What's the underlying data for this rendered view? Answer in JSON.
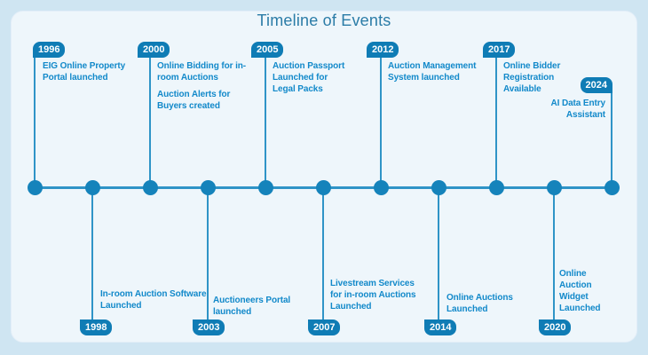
{
  "title": "Timeline of Events",
  "colors": {
    "page_bg": "#cfe5f2",
    "card_bg": "#eef6fb",
    "badge": "#0f7cb5",
    "badge_text": "#ffffff",
    "event_text": "#1289ca",
    "line": "#2f94c7",
    "dot": "#1583bb",
    "title": "#2b7ca7"
  },
  "events": [
    {
      "year": "1996",
      "position": "top",
      "paragraphs": [
        "EIG Online Property\nPortal launched"
      ]
    },
    {
      "year": "1998",
      "position": "bottom",
      "paragraphs": [
        "In-room Auction Software\nLaunched"
      ]
    },
    {
      "year": "2000",
      "position": "top",
      "paragraphs": [
        "Online Bidding for in-\nroom Auctions",
        "Auction Alerts for\nBuyers created"
      ]
    },
    {
      "year": "2003",
      "position": "bottom",
      "paragraphs": [
        "Auctioneers Portal\nlaunched"
      ]
    },
    {
      "year": "2005",
      "position": "top",
      "paragraphs": [
        "Auction Passport\nLaunched for\nLegal Packs"
      ]
    },
    {
      "year": "2007",
      "position": "bottom",
      "paragraphs": [
        "Livestream Services\nfor in-room Auctions\nLaunched"
      ]
    },
    {
      "year": "2012",
      "position": "top",
      "paragraphs": [
        "Auction Management\nSystem launched"
      ]
    },
    {
      "year": "2014",
      "position": "bottom",
      "paragraphs": [
        "Online Auctions\nLaunched"
      ]
    },
    {
      "year": "2017",
      "position": "top",
      "paragraphs": [
        "Online Bidder\nRegistration\nAvailable"
      ]
    },
    {
      "year": "2020",
      "position": "bottom",
      "paragraphs": [
        "Online\nAuction\nWidget\nLaunched"
      ]
    },
    {
      "year": "2024",
      "position": "top",
      "paragraphs": [
        "AI Data Entry\nAssistant"
      ]
    }
  ]
}
